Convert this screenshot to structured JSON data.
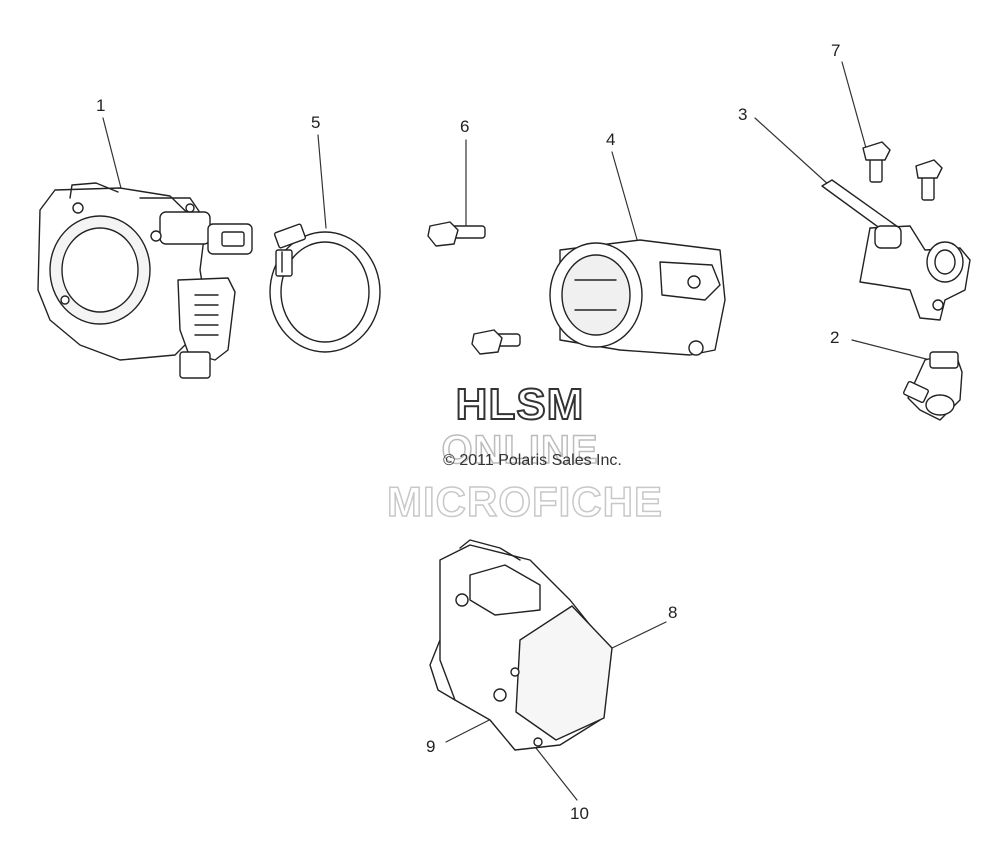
{
  "callouts": {
    "c1": "1",
    "c2": "2",
    "c3": "3",
    "c4": "4",
    "c5": "5",
    "c6": "6",
    "c7": "7",
    "c8": "8",
    "c9": "9",
    "c10": "10"
  },
  "watermark": {
    "brand": "HLSM",
    "online": "ONLINE",
    "copyright": "© 2011 Polaris Sales Inc.",
    "microfiche": "MICROFICHE"
  }
}
